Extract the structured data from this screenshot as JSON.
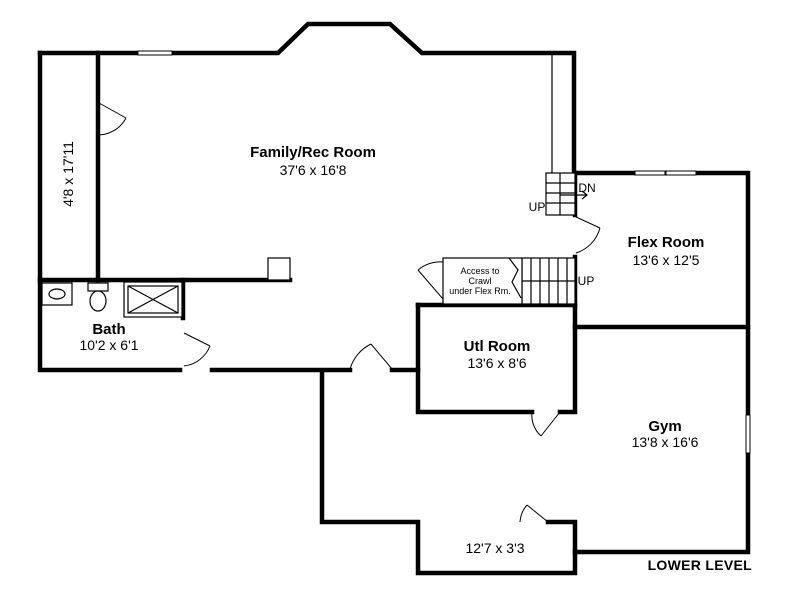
{
  "level_label": "LOWER LEVEL",
  "rooms": {
    "family": {
      "name": "Family/Rec Room",
      "dims": "37'6 x 16'8"
    },
    "closet": {
      "dims": "4'8 x 17'11"
    },
    "bath": {
      "name": "Bath",
      "dims": "10'2 x 6'1"
    },
    "flex": {
      "name": "Flex Room",
      "dims": "13'6 x 12'5"
    },
    "utl": {
      "name": "Utl Room",
      "dims": "13'6 x 8'6"
    },
    "gym": {
      "name": "Gym",
      "dims": "13'8 x 16'6"
    },
    "alcove": {
      "dims": "12'7 x 3'3"
    }
  },
  "access_note": {
    "line1": "Access to",
    "line2": "Crawl",
    "line3": "under Flex Rm."
  },
  "stairs": {
    "upper": {
      "up": "UP",
      "down": "DN"
    },
    "lower": {
      "up": "UP"
    }
  }
}
